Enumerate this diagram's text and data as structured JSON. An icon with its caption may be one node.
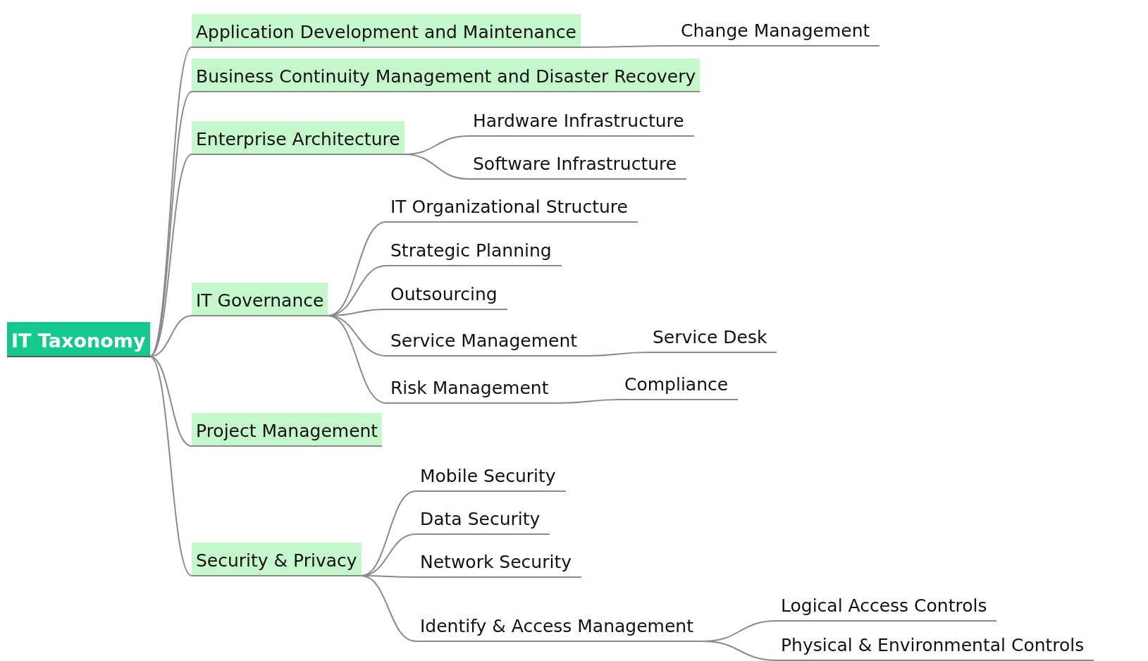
{
  "diagram": {
    "nodes": [
      {
        "text": [
          "IT Taxonomy"
        ]
      },
      {
        "text": [
          "Application Development and Maintenance"
        ]
      },
      {
        "text": [
          "Change Management"
        ]
      },
      {
        "text": [
          "Business Continuity Management and Disaster Recovery"
        ]
      },
      {
        "text": [
          "Enterprise Architecture"
        ]
      },
      {
        "text": [
          "Hardware Infrastructure"
        ]
      },
      {
        "text": [
          "Software Infrastructure"
        ]
      },
      {
        "text": [
          "IT Governance"
        ]
      },
      {
        "text": [
          "IT Organizational Structure"
        ]
      },
      {
        "text": [
          "Strategic Planning"
        ]
      },
      {
        "text": [
          "Outsourcing"
        ]
      },
      {
        "text": [
          "Service Management"
        ]
      },
      {
        "text": [
          "Service Desk"
        ]
      },
      {
        "text": [
          "Risk Management"
        ]
      },
      {
        "text": [
          "Compliance"
        ]
      },
      {
        "text": [
          "Project Management"
        ]
      },
      {
        "text": [
          "Security & Privacy"
        ]
      },
      {
        "text": [
          "Mobile Security"
        ]
      },
      {
        "text": [
          "Data Security"
        ]
      },
      {
        "text": [
          "Network Security"
        ]
      },
      {
        "text": [
          "Identify & Access Management"
        ]
      },
      {
        "text": [
          "Logical Access Controls"
        ]
      },
      {
        "text": [
          "Physical & Environmental Controls"
        ]
      }
    ],
    "edges": [
      {
        "from": 0,
        "to": 1,
        "arrow": "none"
      },
      {
        "from": 1,
        "to": 2,
        "arrow": "none"
      },
      {
        "from": 0,
        "to": 3,
        "arrow": "none"
      },
      {
        "from": 0,
        "to": 4,
        "arrow": "none"
      },
      {
        "from": 4,
        "to": 5,
        "arrow": "none"
      },
      {
        "from": 4,
        "to": 6,
        "arrow": "none"
      },
      {
        "from": 0,
        "to": 7,
        "arrow": "none"
      },
      {
        "from": 7,
        "to": 8,
        "arrow": "none"
      },
      {
        "from": 7,
        "to": 9,
        "arrow": "none"
      },
      {
        "from": 7,
        "to": 10,
        "arrow": "none"
      },
      {
        "from": 7,
        "to": 11,
        "arrow": "none"
      },
      {
        "from": 11,
        "to": 12,
        "arrow": "none"
      },
      {
        "from": 7,
        "to": 13,
        "arrow": "none"
      },
      {
        "from": 13,
        "to": 14,
        "arrow": "none"
      },
      {
        "from": 0,
        "to": 15,
        "arrow": "none"
      },
      {
        "from": 0,
        "to": 16,
        "arrow": "none"
      },
      {
        "from": 16,
        "to": 17,
        "arrow": "none"
      },
      {
        "from": 16,
        "to": 18,
        "arrow": "none"
      },
      {
        "from": 16,
        "to": 19,
        "arrow": "none"
      },
      {
        "from": 16,
        "to": 20,
        "arrow": "none"
      },
      {
        "from": 20,
        "to": 21,
        "arrow": "none"
      },
      {
        "from": 20,
        "to": 22,
        "arrow": "none"
      }
    ]
  }
}
